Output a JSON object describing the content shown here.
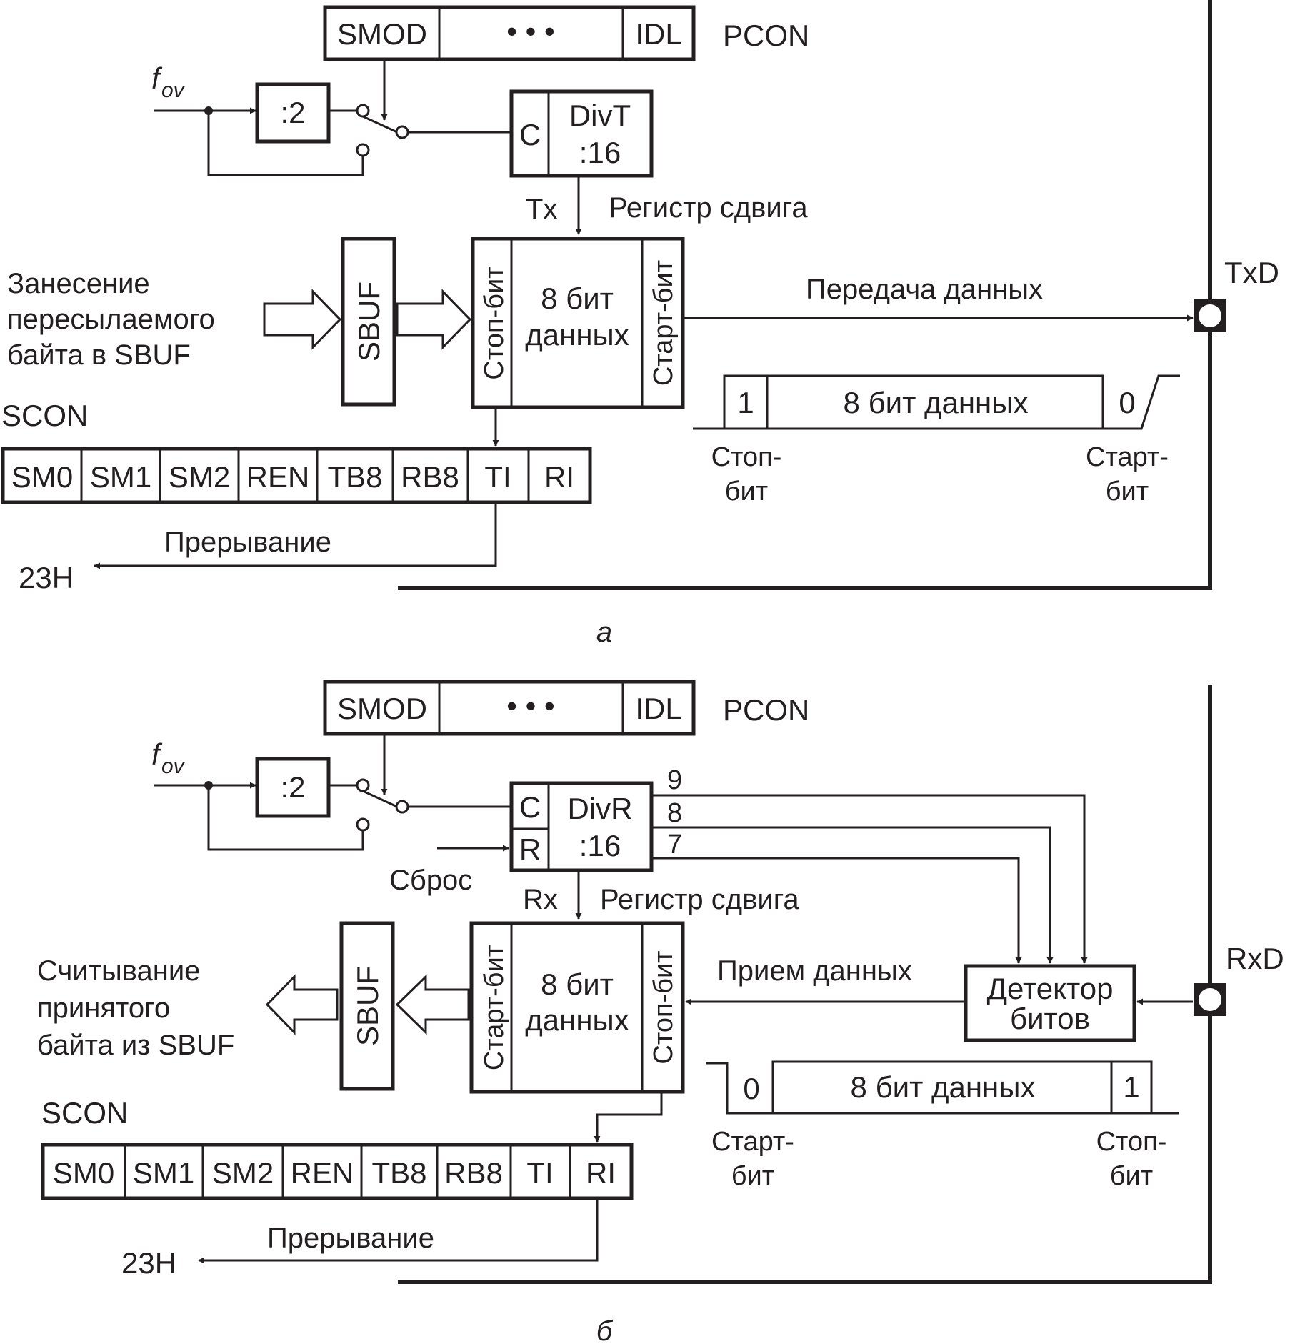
{
  "part_a": {
    "pcon": {
      "smod": "SMOD",
      "dots": "• • •",
      "idl": "IDL",
      "label": "PCON"
    },
    "fov": {
      "main": "f",
      "sub": "ov"
    },
    "div2": ":2",
    "divt": {
      "c": "C",
      "name": "DivT",
      "ratio": ":16"
    },
    "tx": "Tx",
    "shift_label": "Регистр сдвига",
    "load_text": [
      "Занесение",
      "пересылаемого",
      "байта в SBUF"
    ],
    "sbuf": "SBUF",
    "shift": {
      "left_bit": "Стоп-бит",
      "data1": "8 бит",
      "data2": "данных",
      "right_bit": "Старт-бит"
    },
    "transfer_label": "Передача данных",
    "pin": "TxD",
    "frame": {
      "first": "1",
      "data": "8 бит данных",
      "last": "0",
      "left_label": [
        "Стоп-",
        "бит"
      ],
      "right_label": [
        "Старт-",
        "бит"
      ]
    },
    "scon_label": "SCON",
    "scon_bits": [
      "SM0",
      "SM1",
      "SM2",
      "REN",
      "TB8",
      "RB8",
      "TI",
      "RI"
    ],
    "interrupt_label": "Прерывание",
    "vector": "23H",
    "caption": "а"
  },
  "part_b": {
    "pcon": {
      "smod": "SMOD",
      "dots": "• • •",
      "idl": "IDL",
      "label": "PCON"
    },
    "fov": {
      "main": "f",
      "sub": "ov"
    },
    "div2": ":2",
    "divr": {
      "c": "C",
      "r": "R",
      "name": "DivR",
      "ratio": ":16"
    },
    "taps": [
      "9",
      "8",
      "7"
    ],
    "reset": "Сброс",
    "rx": "Rx",
    "shift_label": "Регистр сдвига",
    "read_text": [
      "Считывание",
      "принятого",
      "байта из SBUF"
    ],
    "sbuf": "SBUF",
    "shift": {
      "left_bit": "Старт-бит",
      "data1": "8 бит",
      "data2": "данных",
      "right_bit": "Стоп-бит"
    },
    "receive_label": "Прием данных",
    "detector": [
      "Детектор",
      "битов"
    ],
    "pin": "RxD",
    "frame": {
      "first": "0",
      "data": "8 бит данных",
      "last": "1",
      "left_label": [
        "Старт-",
        "бит"
      ],
      "right_label": [
        "Стоп-",
        "бит"
      ]
    },
    "scon_label": "SCON",
    "scon_bits": [
      "SM0",
      "SM1",
      "SM2",
      "REN",
      "TB8",
      "RB8",
      "TI",
      "RI"
    ],
    "interrupt_label": "Прерывание",
    "vector": "23H",
    "caption": "б"
  }
}
